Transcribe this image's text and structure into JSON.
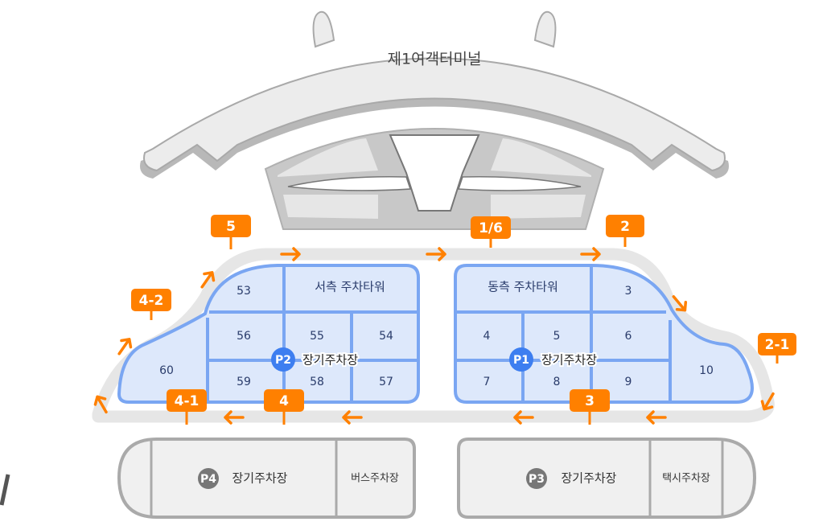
{
  "terminal": {
    "title": "제1여객터미널"
  },
  "west_lot": {
    "name": "P2",
    "label": "장기주차장",
    "tower": "서측 주차타워",
    "zones": [
      "53",
      "56",
      "55",
      "54",
      "60",
      "59",
      "58",
      "57"
    ]
  },
  "east_lot": {
    "name": "P1",
    "label": "장기주차장",
    "tower": "동측 주차타워",
    "zones": [
      "3",
      "4",
      "5",
      "6",
      "7",
      "8",
      "9",
      "10"
    ]
  },
  "gates": [
    "5",
    "4-2",
    "1/6",
    "2",
    "2-1",
    "4-1",
    "4",
    "3"
  ],
  "p4_lot": {
    "name": "P4",
    "label": "장기주차장",
    "side": "버스주차장"
  },
  "p3_lot": {
    "name": "P3",
    "label": "장기주차장",
    "side": "택시주차장"
  },
  "colors": {
    "accent": "#ff8000",
    "lot_blue": "#7aa6f2",
    "lot_fill": "#dde8fb",
    "p_badge": "#3d7ef0",
    "gray_badge": "#777777"
  }
}
